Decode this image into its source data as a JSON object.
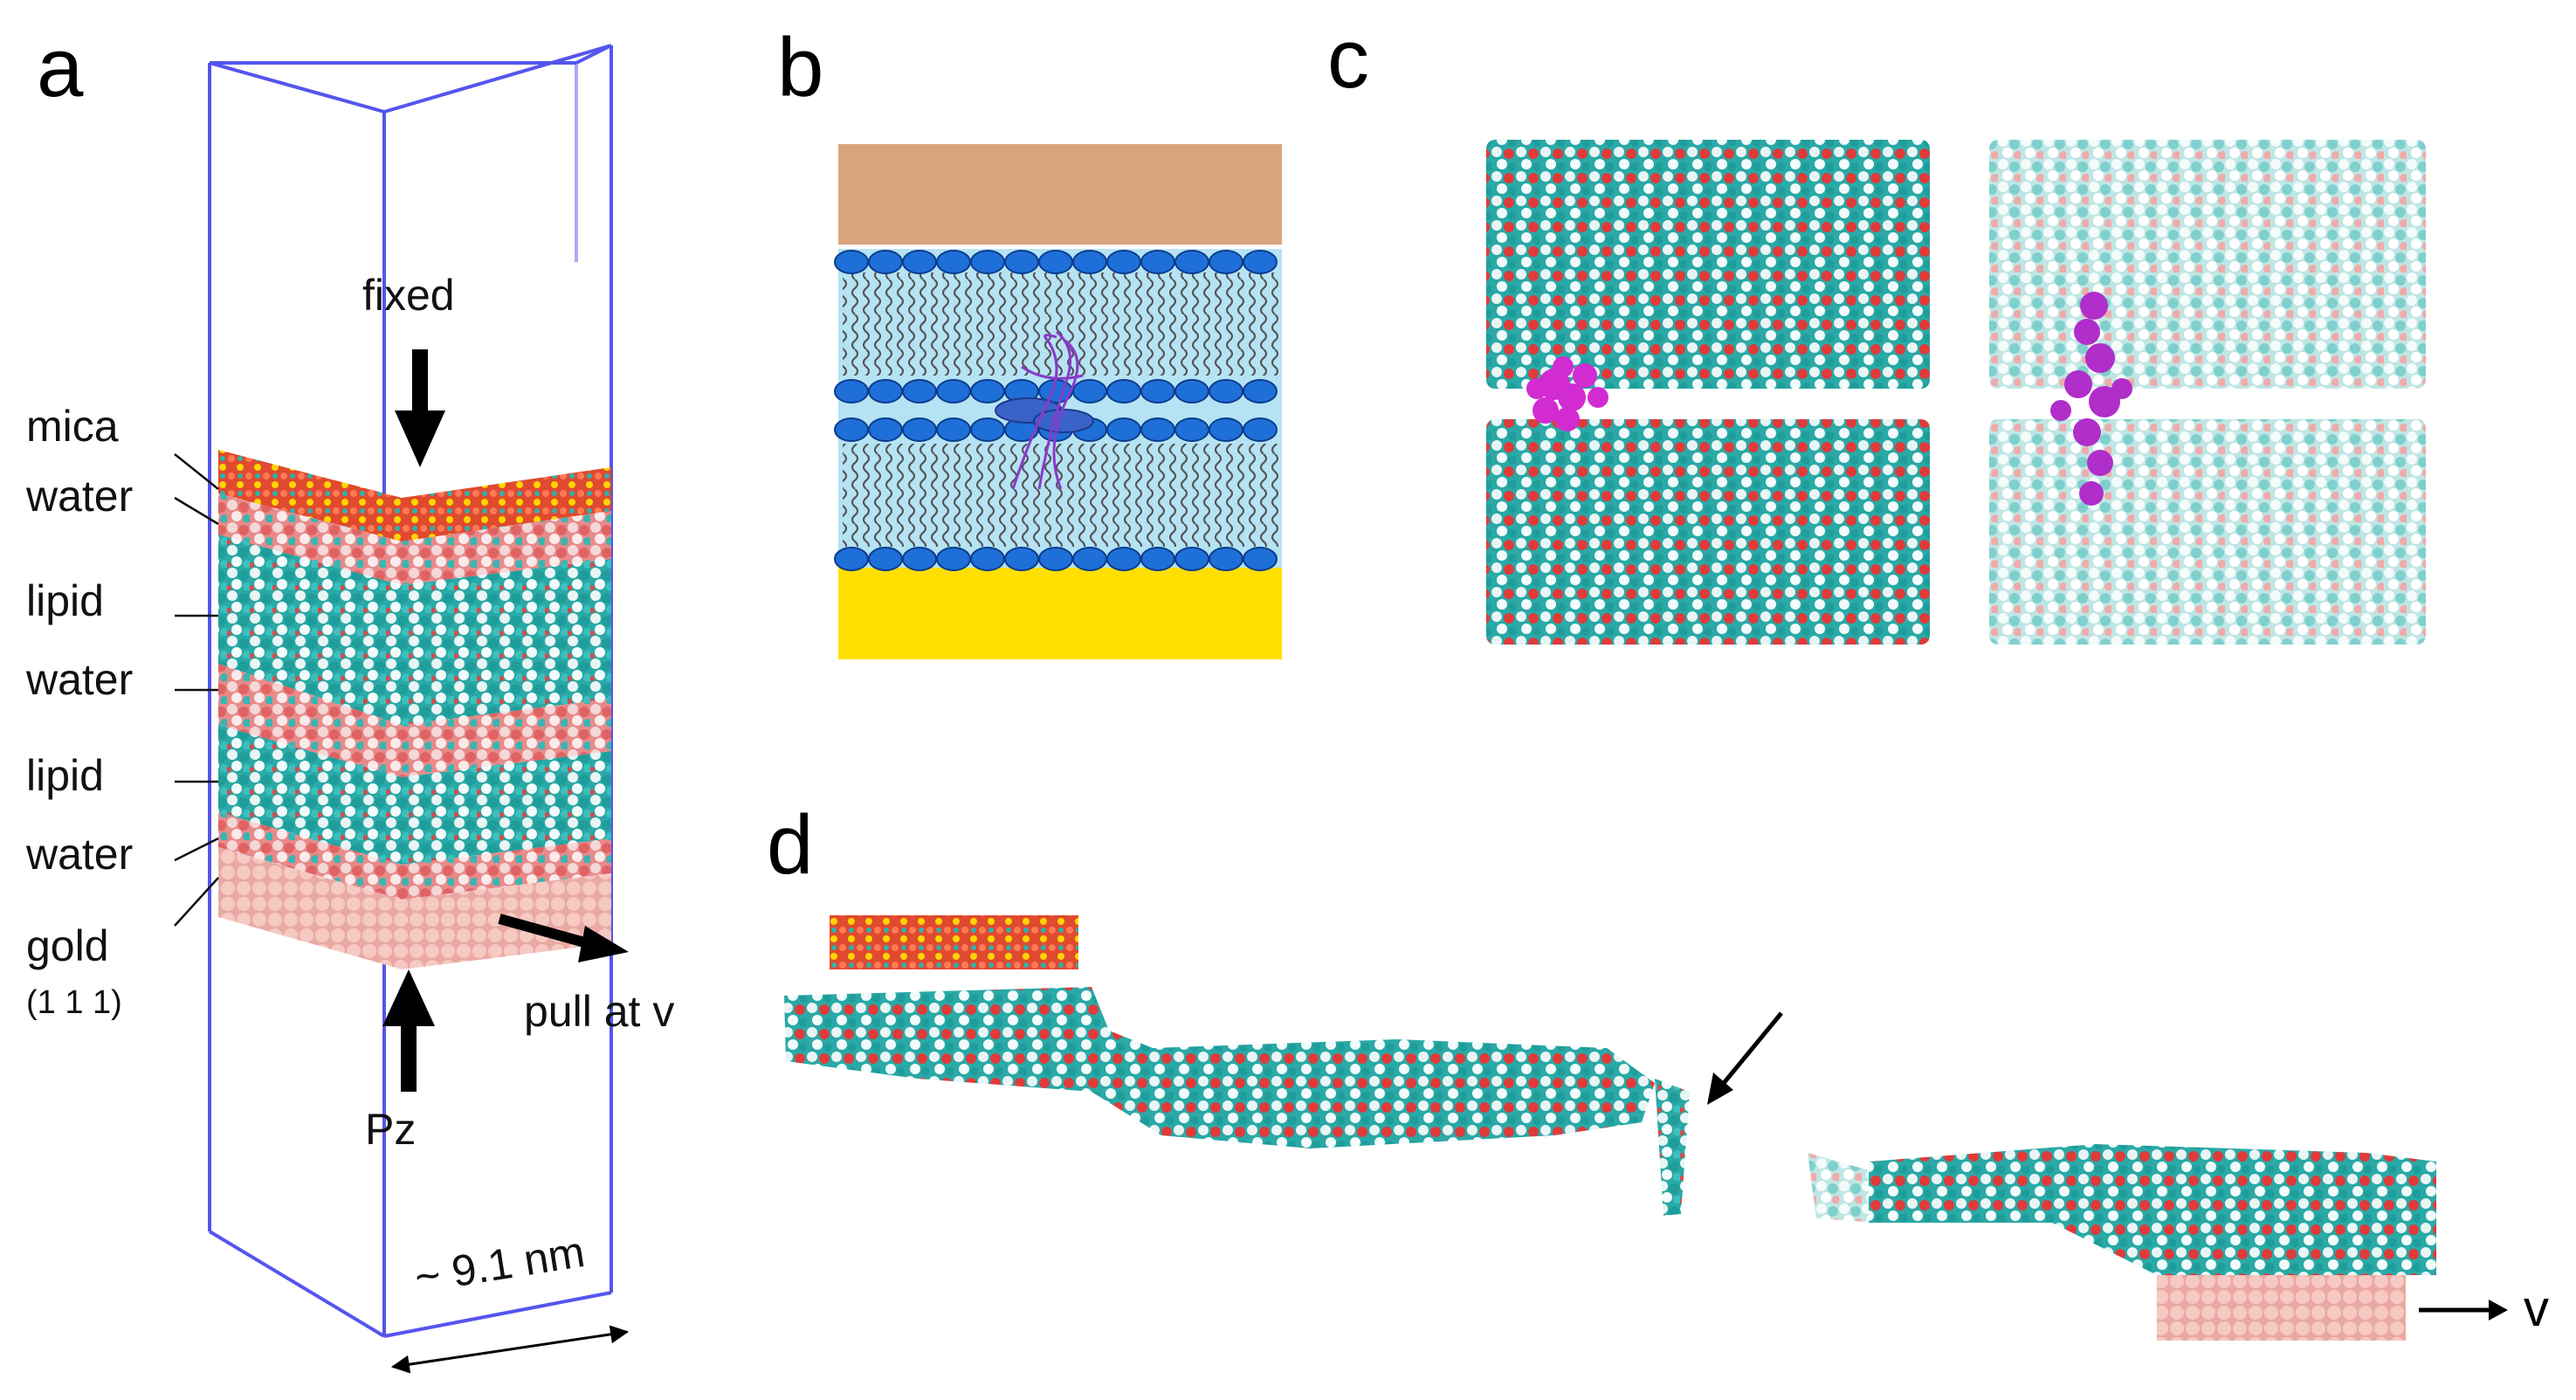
{
  "panels": {
    "a": {
      "letter": "a",
      "layers": [
        "mica",
        "water",
        "lipid",
        "water",
        "lipid",
        "water",
        "gold"
      ],
      "gold_index": "(1 1 1)",
      "fixed_label": "fixed",
      "pull_label": "pull at v",
      "pressure_label": "Pz",
      "width_label": "~ 9.1 nm"
    },
    "b": {
      "letter": "b"
    },
    "c": {
      "letter": "c"
    },
    "d": {
      "letter": "d",
      "velocity_label": "v"
    }
  },
  "colors": {
    "box": "#5555ee",
    "mica": "#e8553a",
    "water_red": "#e86b6b",
    "lipid_cyan": "#2fb3b0",
    "gold": "#f2c0ba",
    "gold_yellow": "#ffdf00",
    "tan": "#d9a47c",
    "water_blue": "#b5e3f4",
    "head_blue": "#1f6fd9",
    "peptide": "#cc33cc"
  }
}
